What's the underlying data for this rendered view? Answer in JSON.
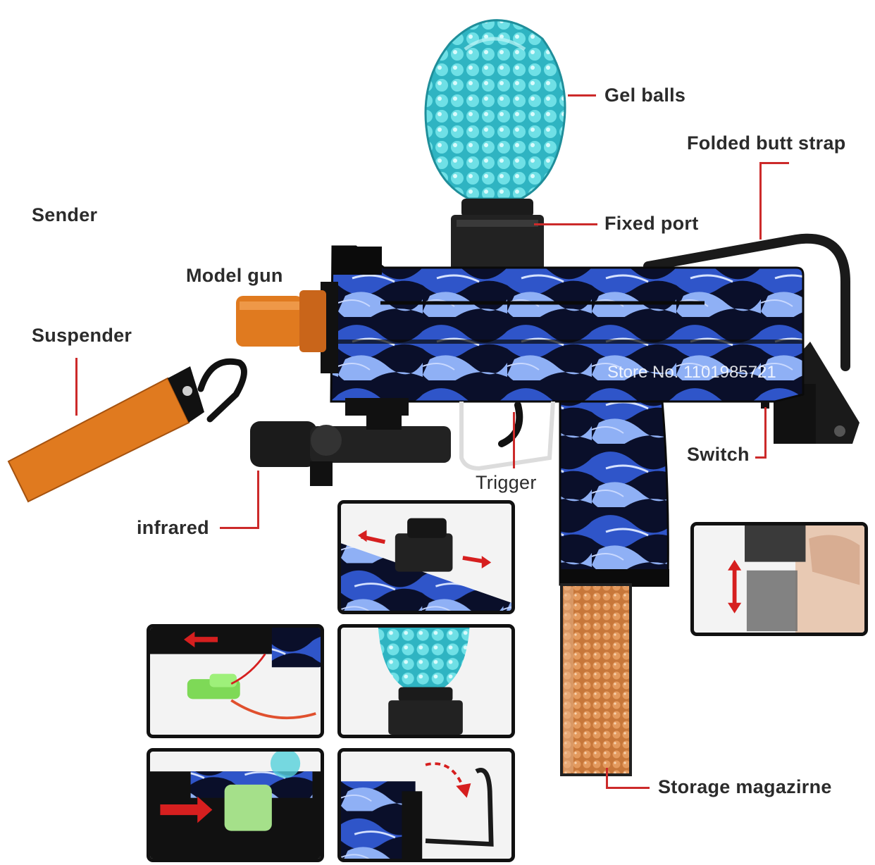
{
  "labels": {
    "gel_balls": "Gel balls",
    "folded_butt_strap": "Folded butt strap",
    "sender": "Sender",
    "fixed_port": "Fixed port",
    "model_gun": "Model gun",
    "suspender": "Suspender",
    "switch": "Switch",
    "trigger": "Trigger",
    "infrared": "infrared",
    "storage_magazine": "Storage magazirne"
  },
  "watermark": "Store No. 1101985721",
  "colors": {
    "leader": "#cc2a2a",
    "gel_blue": "#3ec6cf",
    "camo_blue": "#1f3fa8",
    "orange": "#e07a1f",
    "frame_black": "#111111",
    "arrow_red": "#d61f1f"
  },
  "icons": [
    "gel-ball-hopper-icon",
    "toy-blaster-icon",
    "flashlight-icon",
    "lanyard-icon",
    "magazine-icon",
    "battery-icon"
  ]
}
